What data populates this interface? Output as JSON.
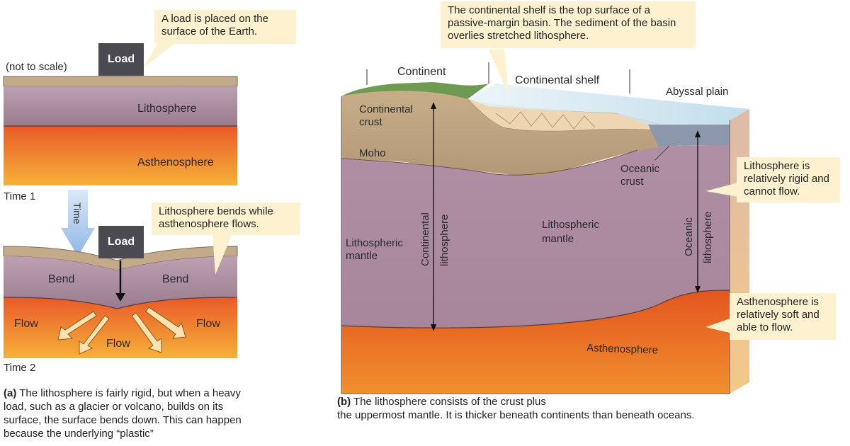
{
  "panel_a": {
    "not_to_scale": "(not to scale)",
    "callout_load": "A load is placed on the surface of the Earth.",
    "callout_bend": "Lithosphere bends while asthenosphere flows.",
    "load_label": "Load",
    "lithosphere": "Lithosphere",
    "asthenosphere": "Asthenosphere",
    "time1": "Time 1",
    "time_arrow": "Time",
    "bend_left": "Bend",
    "bend_right": "Bend",
    "flow_left": "Flow",
    "flow_center": "Flow",
    "flow_right": "Flow",
    "time2": "Time 2",
    "caption_tag": "(a)",
    "caption_text": " The lithosphere is fairly rigid, but when a heavy load, such as a glacier or volcano, builds on its surface, the surface bends down. This can happen because the underlying “plastic”"
  },
  "panel_b": {
    "callout_shelf": "The continental shelf is the top surface of a passive-margin basin. The sediment of the basin overlies stretched lithosphere.",
    "continent": "Continent",
    "continental_shelf": "Continental shelf",
    "abyssal_plain": "Abyssal plain",
    "continental_crust_1": "Continental",
    "continental_crust_2": "crust",
    "moho": "Moho",
    "oceanic_crust_1": "Oceanic",
    "oceanic_crust_2": "crust",
    "lith_mantle_left_1": "Lithospheric",
    "lith_mantle_left_2": "mantle",
    "lith_mantle_center_1": "Lithospheric",
    "lith_mantle_center_2": "mantle",
    "continental_lith_1": "Continental",
    "continental_lith_2": "lithosphere",
    "oceanic_lith_1": "Oceanic",
    "oceanic_lith_2": "lithosphere",
    "asthenosphere": "Asthenosphere",
    "callout_rigid": "Lithosphere is relatively rigid and cannot flow.",
    "callout_soft": "Asthenosphere is relatively soft and able to flow.",
    "caption_tag": "(b)",
    "caption_line1": " The lithosphere consists of the crust plus",
    "caption_line2": "the uppermost mantle. It is thicker beneath continents than beneath oceans."
  },
  "colors": {
    "callout_bg": "#fdf1cf",
    "lithosphere": "#a88a9c",
    "asthenosphere": "#ec6a2a",
    "crust": "#b89e7a",
    "load": "#4a4a50"
  }
}
